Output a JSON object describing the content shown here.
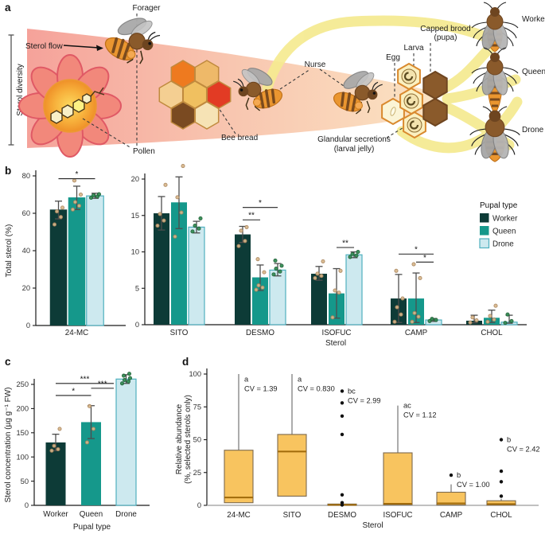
{
  "figure": {
    "panel_a": {
      "label": "a",
      "flow_label": "Sterol flow",
      "diversity_label": "Sterol diversity",
      "forager": "Forager",
      "pollen": "Pollen",
      "bee_bread": "Bee bread",
      "nurse": "Nurse",
      "egg": "Egg",
      "larva": "Larva",
      "capped_brood_1": "Capped brood",
      "capped_brood_2": "(pupa)",
      "glandular_1": "Glandular secretions",
      "glandular_2": "(larval jelly)",
      "worker": "Worker",
      "queen": "Queen",
      "drone": "Drone"
    },
    "panel_b": {
      "label": "b"
    },
    "panel_c": {
      "label": "c"
    },
    "panel_d": {
      "label": "d"
    },
    "legend": {
      "title": "Pupal type",
      "entries": [
        {
          "label": "Worker",
          "color": "#0d3b37"
        },
        {
          "label": "Queen",
          "color": "#15988b"
        },
        {
          "label": "Drone",
          "color": "#cde9ef",
          "border": "#4fb0bf"
        }
      ]
    },
    "colors": {
      "worker": "#0d3b37",
      "queen": "#15988b",
      "drone_fill": "#cde9ef",
      "drone_border": "#4fb0bf",
      "box_fill": "#f8c45f",
      "ribbon": "#f5ea90",
      "band_start": "#f5a29a",
      "band_end": "#fbe3c2"
    }
  },
  "chart_data": [
    {
      "id": "b-left",
      "type": "grouped_bar",
      "ylabel": "Total sterol (%)",
      "xlabel": "",
      "ylim": [
        0,
        80
      ],
      "yticks": [
        0,
        20,
        40,
        60,
        80
      ],
      "categories": [
        "24-MC"
      ],
      "series": [
        {
          "name": "Worker",
          "color": "#0d3b37",
          "values": [
            62
          ],
          "err_lo": [
            57
          ],
          "err_hi": [
            66.5
          ],
          "points": [
            [
              54,
              58,
              61,
              63
            ]
          ],
          "point_color": "tan"
        },
        {
          "name": "Queen",
          "color": "#15988b",
          "values": [
            68.5
          ],
          "err_lo": [
            62
          ],
          "err_hi": [
            74.5
          ],
          "points": [
            [
              62,
              64,
              66,
              70,
              77.5
            ]
          ],
          "point_color": "tan"
        },
        {
          "name": "Drone",
          "color": "#cde9ef",
          "border": "#4fb0bf",
          "values": [
            69.3
          ],
          "err_lo": [
            68
          ],
          "err_hi": [
            70.7
          ],
          "points": [
            [
              68.3,
              69,
              69.6,
              70.2
            ]
          ],
          "point_color": "green"
        }
      ],
      "sig": [
        {
          "cat": 0,
          "from": 0,
          "to": 2,
          "y": 78.5,
          "label": "*"
        }
      ]
    },
    {
      "id": "b-right",
      "type": "grouped_bar",
      "ylabel": "",
      "xlabel": "Sterol",
      "ylim": [
        0,
        21
      ],
      "yticks": [
        0,
        5,
        10,
        15,
        20
      ],
      "categories": [
        "SITO",
        "DESMO",
        "ISOFUC",
        "CAMP",
        "CHOL"
      ],
      "series": [
        {
          "name": "Worker",
          "color": "#0d3b37",
          "values": [
            15.3,
            12.4,
            7.0,
            3.6,
            0.55
          ],
          "err_lo": [
            13.0,
            11.3,
            6.1,
            0.3,
            0.25
          ],
          "err_hi": [
            17.6,
            13.5,
            8.0,
            6.9,
            1.3
          ],
          "points": [
            [
              13.6,
              14.3,
              15.2,
              19.2
            ],
            [
              10.8,
              11.5,
              12.9,
              13.4
            ],
            [
              6.4,
              6.7,
              7.0,
              8.7
            ],
            [
              0.4,
              1.4,
              2.4,
              3.6,
              7.4
            ],
            [
              0.3,
              0.6,
              1.0
            ]
          ],
          "point_color": "tan"
        },
        {
          "name": "Queen",
          "color": "#15988b",
          "values": [
            16.8,
            6.5,
            4.3,
            3.6,
            0.95
          ],
          "err_lo": [
            13.2,
            4.7,
            0.9,
            0.3,
            0.3
          ],
          "err_hi": [
            20.3,
            8.2,
            7.7,
            7.1,
            2.0
          ],
          "points": [
            [
              12.1,
              15.4,
              17.5,
              21.8
            ],
            [
              4.8,
              5.1,
              5.4,
              7.2,
              9.0
            ],
            [
              1.0,
              4.4,
              4.7,
              7.4
            ],
            [
              0.4,
              1.1,
              1.6,
              6.4,
              8.3
            ],
            [
              0.4,
              0.7,
              1.2,
              2.6
            ]
          ],
          "point_color": "tan"
        },
        {
          "name": "Drone",
          "color": "#cde9ef",
          "border": "#4fb0bf",
          "values": [
            13.4,
            7.5,
            9.6,
            0.65,
            0.35
          ],
          "err_lo": [
            12.6,
            6.7,
            9.2,
            0.45,
            0.2
          ],
          "err_hi": [
            14.2,
            8.4,
            10.0,
            0.85,
            1.3
          ],
          "points": [
            [
              12.8,
              13.2,
              13.6,
              14.6
            ],
            [
              6.9,
              7.3,
              7.7,
              8.1,
              8.8
            ],
            [
              9.3,
              9.5,
              9.7,
              10.0
            ],
            [
              0.5,
              0.65,
              0.8
            ],
            [
              0.25,
              0.5,
              1.4
            ]
          ],
          "point_color": "green"
        }
      ],
      "sig": [
        {
          "cat": 1,
          "from": 0,
          "to": 1,
          "y": 14.4,
          "label": "**"
        },
        {
          "cat": 1,
          "from": 0,
          "to": 2,
          "y": 16.1,
          "label": "*"
        },
        {
          "cat": 2,
          "from": 1,
          "to": 2,
          "y": 10.6,
          "label": "**"
        },
        {
          "cat": 3,
          "from": 0,
          "to": 2,
          "y": 9.7,
          "label": "*"
        },
        {
          "cat": 3,
          "from": 1,
          "to": 2,
          "y": 8.6,
          "label": "*"
        }
      ]
    },
    {
      "id": "c",
      "type": "bar",
      "ylabel": "Sterol concentration (µg g⁻¹ FW)",
      "xlabel": "Pupal type",
      "ylim": [
        0,
        275
      ],
      "yticks": [
        0,
        50,
        100,
        150,
        200,
        250
      ],
      "bars": [
        {
          "label": "Worker",
          "color": "#0d3b37",
          "value": 130,
          "err_lo": 113,
          "err_hi": 147,
          "points": [
            113,
            116,
            123,
            158
          ],
          "point_color": "tan"
        },
        {
          "label": "Queen",
          "color": "#15988b",
          "value": 172,
          "err_lo": 138,
          "err_hi": 206,
          "points": [
            130,
            158,
            205
          ],
          "point_color": "tan"
        },
        {
          "label": "Drone",
          "color": "#cde9ef",
          "border": "#4fb0bf",
          "value": 261,
          "err_lo": 252,
          "err_hi": 270,
          "points": [
            252,
            256,
            259,
            263,
            268,
            272
          ],
          "point_color": "green"
        }
      ],
      "sig": [
        {
          "from": 0,
          "to": 1,
          "y": 227,
          "label": "*"
        },
        {
          "from": 1,
          "to": 2,
          "y": 242,
          "label": "***",
          "edge": true
        },
        {
          "from": 0,
          "to": 2,
          "y": 252,
          "label": "***",
          "edge": true
        }
      ]
    },
    {
      "id": "d",
      "type": "box",
      "ylabel_line1": "Relative abundance",
      "ylabel_line2": "(%, selected sterols only)",
      "xlabel": "Sterol",
      "ylim": [
        0,
        100
      ],
      "yticks": [
        0,
        25,
        50,
        75,
        100
      ],
      "box_color": "#f8c45f",
      "boxes": [
        {
          "label": "24-MC",
          "q1": 2,
          "median": 6,
          "q3": 42,
          "whisker_lo": 2,
          "whisker_hi": 100,
          "outliers": [],
          "letter": "a",
          "cv": "CV = 1.39"
        },
        {
          "label": "SITO",
          "q1": 7,
          "median": 41,
          "q3": 54,
          "whisker_lo": 7,
          "whisker_hi": 100,
          "outliers": [],
          "letter": "a",
          "cv": "CV = 0.830"
        },
        {
          "label": "DESMO",
          "q1": 0,
          "median": 0.4,
          "q3": 1,
          "whisker_lo": 0,
          "whisker_hi": 1,
          "outliers": [
            87,
            78,
            68,
            54,
            8,
            2,
            0.3
          ],
          "letter": "bc",
          "cv": "CV = 2.99"
        },
        {
          "label": "ISOFUC",
          "q1": 0.5,
          "median": 1.2,
          "q3": 40,
          "whisker_lo": 0.5,
          "whisker_hi": 76,
          "outliers": [],
          "letter": "ac",
          "cv": "CV = 1.12"
        },
        {
          "label": "CAMP",
          "q1": 0.3,
          "median": 1.5,
          "q3": 10,
          "whisker_lo": 0.3,
          "whisker_hi": 16,
          "outliers": [
            23
          ],
          "letter": "b",
          "cv": "CV = 1.00"
        },
        {
          "label": "CHOL",
          "q1": 0.2,
          "median": 1,
          "q3": 3.5,
          "whisker_lo": 0.2,
          "whisker_hi": 5,
          "outliers": [
            7,
            18,
            26,
            50
          ],
          "letter": "b",
          "cv": "CV = 2.42"
        }
      ]
    }
  ]
}
